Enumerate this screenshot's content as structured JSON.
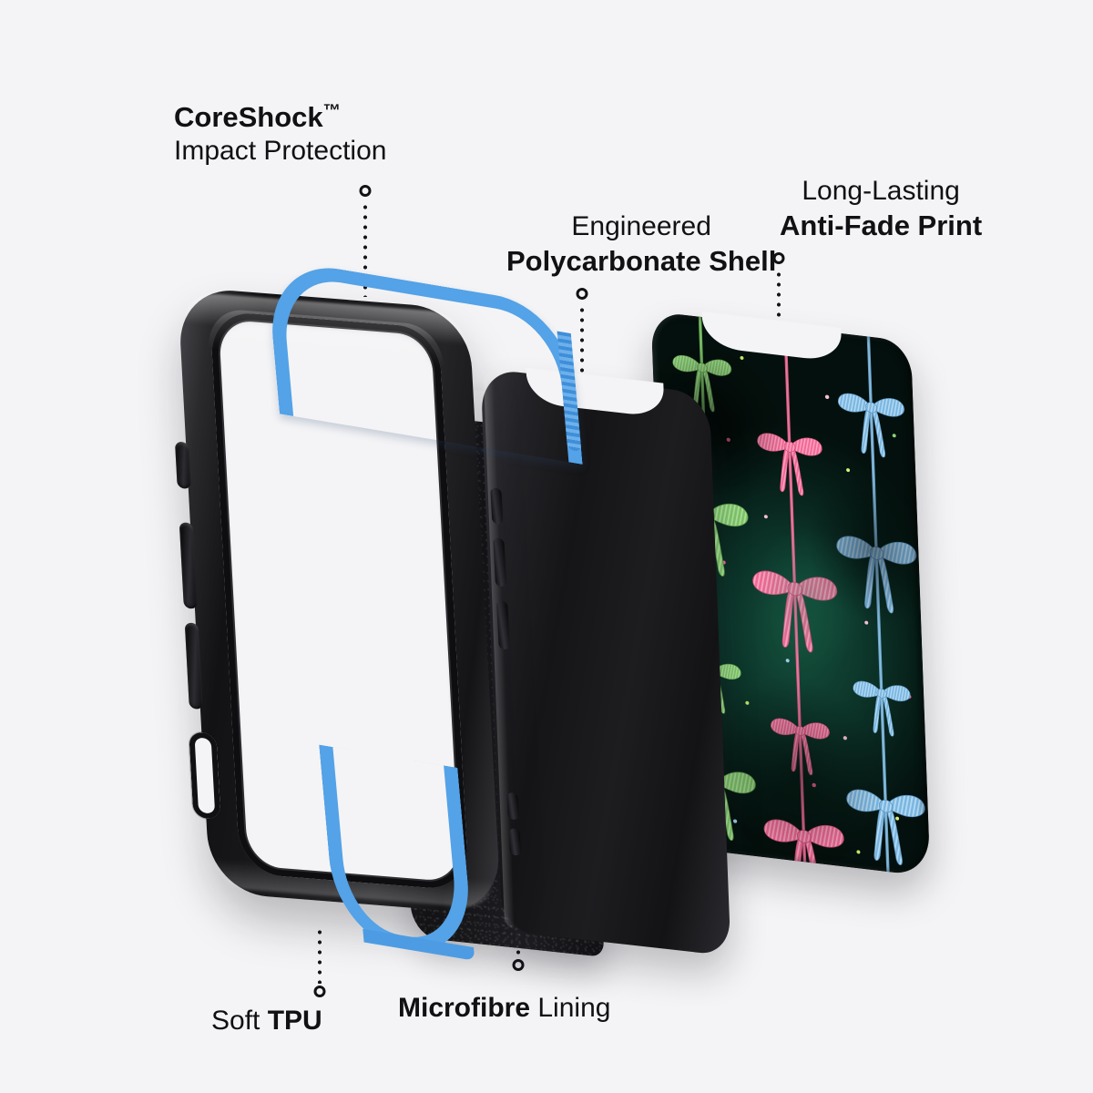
{
  "background_color": "#f4f4f6",
  "accent_blue": "#54a2e7",
  "callouts": [
    {
      "id": "coreshock",
      "line1": "CoreShock",
      "trademark": "™",
      "line2": "Impact Protection",
      "line1_weight": "bold",
      "line2_weight": "regular"
    },
    {
      "id": "polycarbonate",
      "line1": "Engineered",
      "line2": "Polycarbonate Shell",
      "line1_weight": "regular",
      "line2_weight": "bold"
    },
    {
      "id": "anti-fade",
      "line1": "Long-Lasting",
      "line2": "Anti-Fade Print",
      "line1_weight": "regular",
      "line2_weight": "bold"
    },
    {
      "id": "tpu",
      "prefix": "Soft ",
      "emphasis": "TPU",
      "emphasis_weight": "bold"
    },
    {
      "id": "microfibre",
      "emphasis": "Microfibre",
      "suffix": " Lining",
      "emphasis_weight": "bold"
    }
  ],
  "layers": [
    {
      "id": "tpu-bumper",
      "material": "Soft TPU",
      "color": "#15151a"
    },
    {
      "id": "microfibre-lining",
      "material": "Microfibre Lining",
      "color": "#19191b"
    },
    {
      "id": "polycarbonate-shell",
      "material": "Polycarbonate Shell",
      "color": "#1a1a1d"
    },
    {
      "id": "printed-back-plate",
      "material": "Anti-Fade Print",
      "color": "#0b3a2c"
    }
  ],
  "print_pattern": {
    "name": "ribbon-bows",
    "background": "#0b3a2c",
    "bow_colors": {
      "green": "#7ec46a",
      "pink": "#ef6a96",
      "blue": "#7bb6e0"
    },
    "ribbon_columns": [
      "green",
      "pink",
      "blue"
    ],
    "confetti": true
  }
}
